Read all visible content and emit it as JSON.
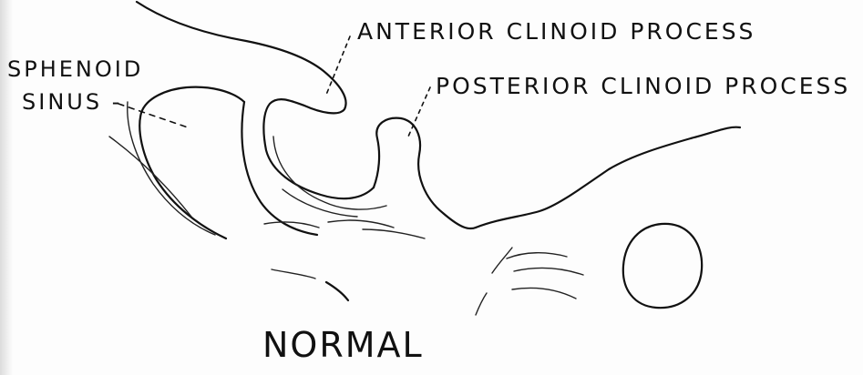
{
  "labels": {
    "anterior": "ANTERIOR CLINOID PROCESS",
    "posterior": "POSTERIOR CLINOID PROCESS",
    "sphenoid_line1": "SPHENOID",
    "sphenoid_line2": "SINUS -",
    "caption": "NORMAL"
  },
  "colors": {
    "ink": "#111111",
    "paper": "#fdfdfd"
  }
}
